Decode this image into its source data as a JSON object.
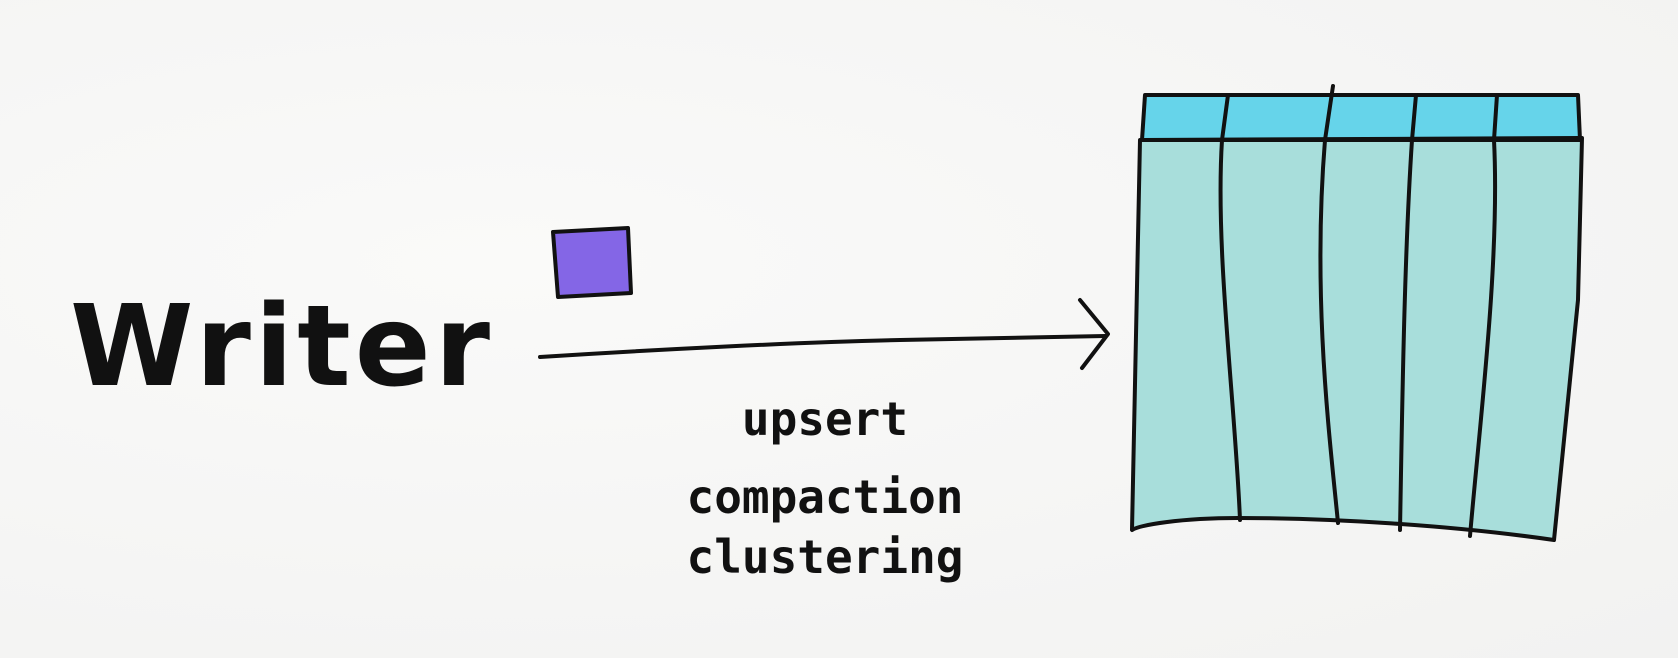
{
  "writer": {
    "label": "Writer"
  },
  "operations": {
    "items": [
      "upsert",
      "compaction",
      "clustering"
    ]
  },
  "colors": {
    "record": "#8466e6",
    "table_header": "#66d4ea",
    "table_body": "#a8dedb",
    "stroke": "#111111",
    "background": "#f7f7f6"
  },
  "table": {
    "columns": 5
  }
}
